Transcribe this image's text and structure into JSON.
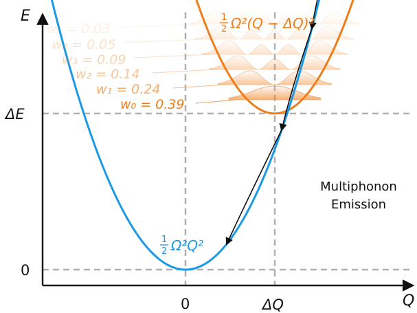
{
  "axes": {
    "y_label": "E",
    "x_label": "Q",
    "y_ticks": [
      "ΔE",
      "0"
    ],
    "x_ticks": [
      "0",
      "ΔQ"
    ]
  },
  "curves": {
    "ground": {
      "label_half": "1",
      "label_half_den": "2",
      "label_expr": "Ω²Q²",
      "color": "#1a9ae6"
    },
    "excited": {
      "label_half": "1",
      "label_half_den": "2",
      "label_expr": "Ω²(Q − ΔQ)²",
      "color": "#f07d19"
    }
  },
  "weights": [
    {
      "label": "w₅ = 0.03",
      "value": 0.03
    },
    {
      "label": "w₄ = 0.05",
      "value": 0.05
    },
    {
      "label": "w₃ = 0.09",
      "value": 0.09
    },
    {
      "label": "w₂ = 0.14",
      "value": 0.14
    },
    {
      "label": "w₁ = 0.24",
      "value": 0.24
    },
    {
      "label": "w₀ = 0.39",
      "value": 0.39
    }
  ],
  "annotation": {
    "line1": "Multiphonon",
    "line2": "Emission"
  },
  "colors": {
    "axis": "#1a1a1a",
    "guide": "#b0b0b0",
    "arrow": "#111111"
  }
}
